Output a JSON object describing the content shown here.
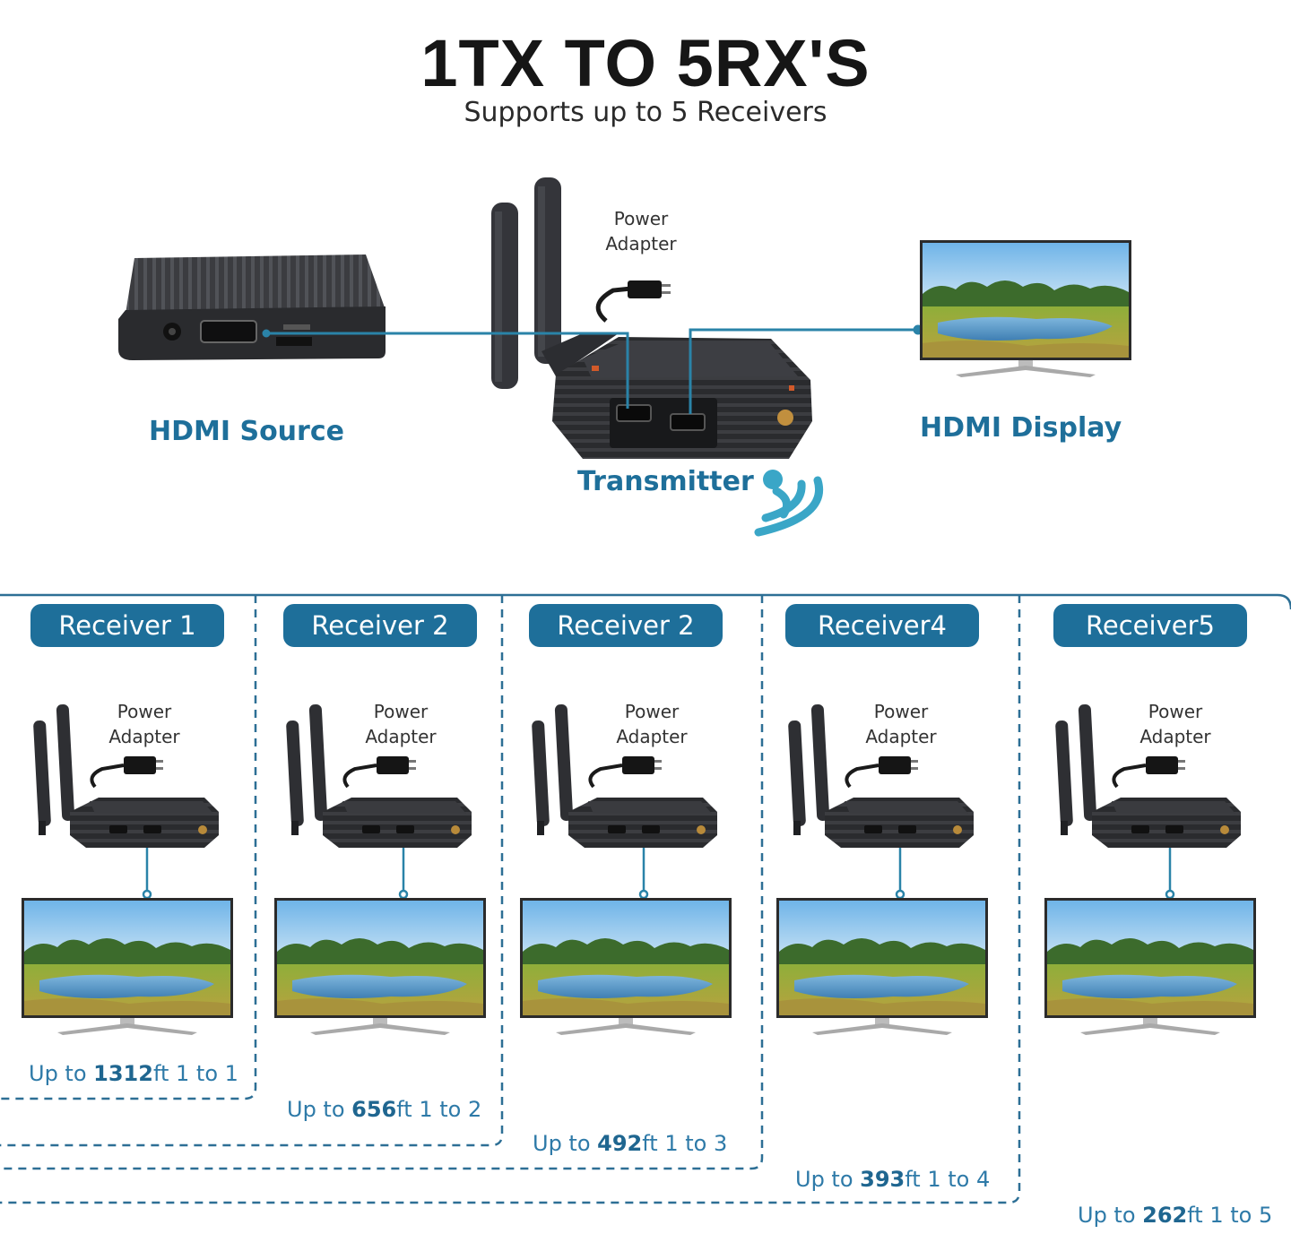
{
  "title": "1TX TO 5RX'S",
  "subtitle": "Supports up to 5 Receivers",
  "top": {
    "source_label": "HDMI Source",
    "display_label": "HDMI Display",
    "transmitter_label": "Transmitter",
    "power_line1": "Power",
    "power_line2": "Adapter"
  },
  "receivers": [
    {
      "title": "Receiver 1",
      "power1": "Power",
      "power2": "Adapter",
      "range_prefix": "Up to ",
      "distance": "1312",
      "range_suffix": "ft 1 to 1"
    },
    {
      "title": "Receiver 2",
      "power1": "Power",
      "power2": "Adapter",
      "range_prefix": "Up to ",
      "distance": "656",
      "range_suffix": "ft 1 to 2"
    },
    {
      "title": "Receiver 2",
      "power1": "Power",
      "power2": "Adapter",
      "range_prefix": "Up to ",
      "distance": "492",
      "range_suffix": "ft 1 to 3"
    },
    {
      "title": "Receiver4",
      "power1": "Power",
      "power2": "Adapter",
      "range_prefix": "Up to ",
      "distance": "393",
      "range_suffix": "ft 1 to 4"
    },
    {
      "title": "Receiver5",
      "power1": "Power",
      "power2": "Adapter",
      "range_prefix": "Up to ",
      "distance": "262",
      "range_suffix": "ft 1 to 5"
    }
  ],
  "colors": {
    "accent_blue": "#1e6f9a",
    "line_blue": "#2a83a8",
    "wifi_teal": "#3aa6c7",
    "device_dark": "#2b2b2b"
  }
}
